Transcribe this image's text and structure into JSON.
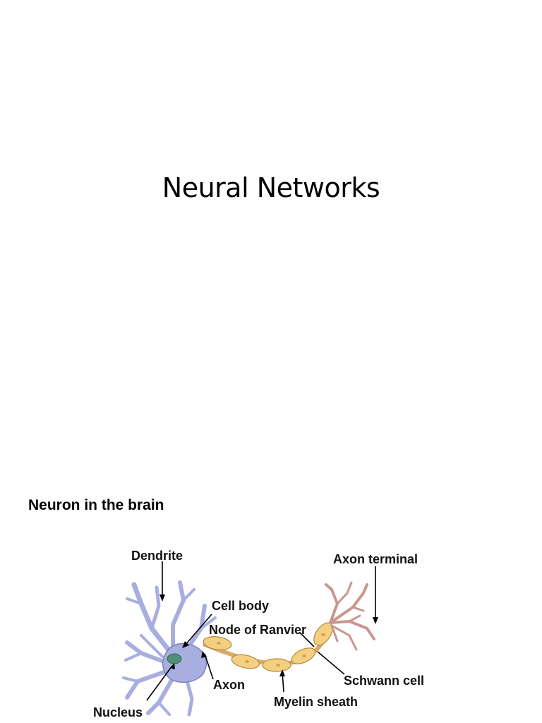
{
  "slide": {
    "title": "Neural Networks"
  },
  "figure": {
    "heading": "Neuron in the brain",
    "labels": {
      "dendrite": "Dendrite",
      "axon_terminal": "Axon terminal",
      "cell_body": "Cell body",
      "node_of_ranvier": "Node of Ranvier",
      "schwann_cell": "Schwann cell",
      "axon": "Axon",
      "myelin_sheath": "Myelin sheath",
      "nucleus": "Nucleus"
    },
    "colors": {
      "cell_body": "#a9aee0",
      "cell_outline": "#7c83c4",
      "nucleus": "#4f8f75",
      "myelin": "#f3cf82",
      "myelin_outline": "#b58a3a",
      "schwann_nucleus": "#d9a052",
      "terminal": "#c9968f"
    }
  }
}
